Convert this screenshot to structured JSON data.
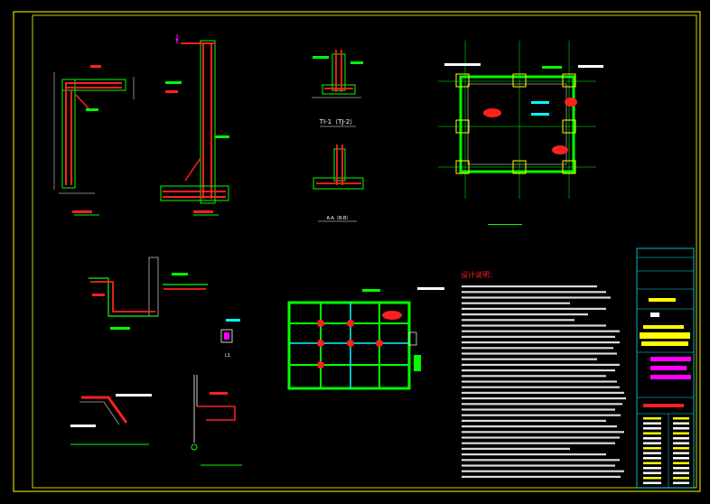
{
  "drawing": {
    "detail_labels": {
      "section_ti1": "TI-1（TJ-2）",
      "section_aa": "A-A（B-B）",
      "detail_l": "L1"
    },
    "notes": {
      "heading": "设计说明："
    },
    "title_block": {
      "rows": 14
    },
    "colors": {
      "background": "#000000",
      "frame": "#ffff00",
      "rebar": "#ff2020",
      "concrete": "#00ff00",
      "dimension": "#00ffff",
      "white": "#ffffff",
      "magenta": "#ff00ff",
      "tb_cyan": "#00e5ff"
    }
  }
}
